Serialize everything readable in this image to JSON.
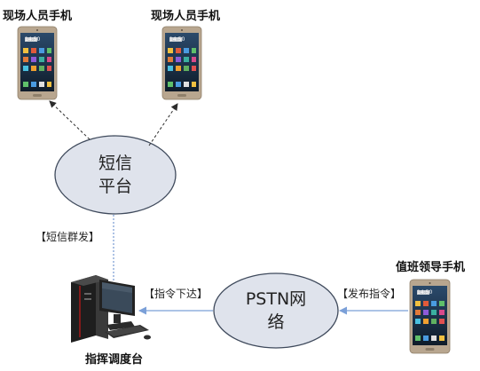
{
  "nodes": {
    "phone_left_label": "现场人员手机",
    "phone_right_label": "现场人员手机",
    "duty_phone_label": "值班领导手机",
    "sms_platform": {
      "line1": "短信",
      "line2": "平台"
    },
    "pstn": {
      "line1": "PSTN网",
      "line2": "络"
    },
    "dispatch_label": "指挥调度台",
    "phone_screen_time": "14:50"
  },
  "edges": {
    "sms_broadcast": "【短信群发】",
    "command_down": "【指令下达】",
    "issue_command": "【发布指令】"
  },
  "colors": {
    "ellipse_fill": "#dfe3ec",
    "ellipse_stroke": "#3f4a5c",
    "arrow": "#2b2b2b",
    "dashed_blue": "#5b86c9",
    "phone_body": "#b8a68f",
    "phone_screen": "#1d2f44",
    "pc_body": "#2a2a2a",
    "pc_accent": "#b01818"
  }
}
